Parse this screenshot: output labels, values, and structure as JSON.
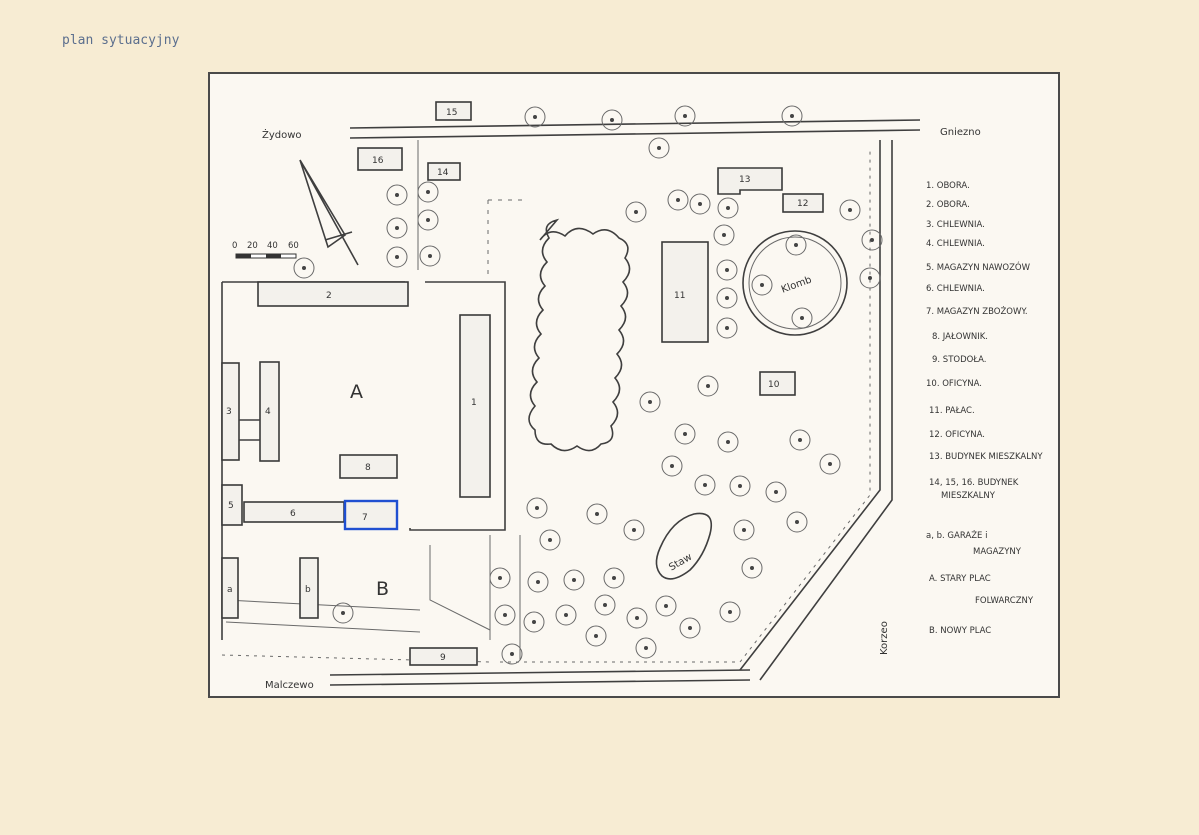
{
  "caption": "plan sytuacyjny",
  "places": {
    "zydowo": "Żydowo",
    "gniezno": "Gniezno",
    "kamieniec": "Korzeo",
    "malczewo": "Malczewo",
    "klomb": "Klomb",
    "staw": "Staw"
  },
  "yard_letters": {
    "a": "A",
    "b": "B"
  },
  "scale_ticks": [
    "0",
    "20",
    "40",
    "60"
  ],
  "building_numbers": {
    "b1": "1",
    "b2": "2",
    "b3": "3",
    "b4": "4",
    "b5": "5",
    "b6": "6",
    "b7": "7",
    "b8": "8",
    "b9": "9",
    "b10": "10",
    "b11": "11",
    "b12": "12",
    "b13": "13",
    "b14": "14",
    "b15": "15",
    "b16": "16",
    "ba": "a",
    "bb": "b"
  },
  "legend": [
    "1. OBORA.",
    "2. OBORA.",
    "3. CHLEWNIA.",
    "4. CHLEWNIA.",
    "5. MAGAZYN NAWOZÓW",
    "6. CHLEWNIA.",
    "7. MAGAZYN ZBOŻOWY.",
    "8. JAŁOWNIK.",
    "9. STODOŁA.",
    "10. OFICYNA.",
    "11. PAŁAC.",
    "12. OFICYNA.",
    "13. BUDYNEK MIESZKALNY",
    "14, 15, 16. BUDYNEK",
    "MIESZKALNY",
    "a, b. GARAŻE i",
    "MAGAZYNY",
    "A. STARY PLAC",
    "FOLWARCZNY",
    "B. NOWY PLAC"
  ],
  "colors": {
    "highlight": "#1f4fd1",
    "ink": "#3f3f3f",
    "paper": "#f7ecd3"
  }
}
